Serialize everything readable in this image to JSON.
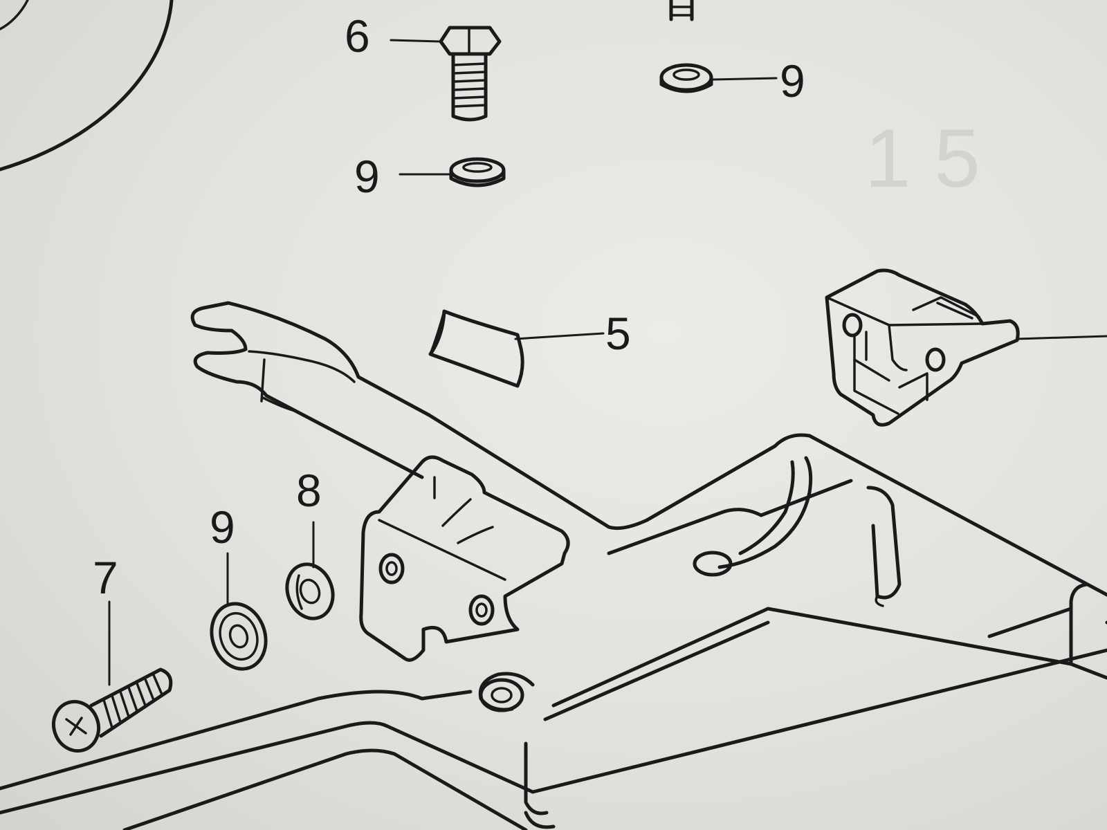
{
  "callouts": [
    {
      "id": "c6",
      "text": "6"
    },
    {
      "id": "c9a",
      "text": "9"
    },
    {
      "id": "c9b",
      "text": "9"
    },
    {
      "id": "c5",
      "text": "5"
    },
    {
      "id": "c8",
      "text": "8"
    },
    {
      "id": "c9c",
      "text": "9"
    },
    {
      "id": "c7",
      "text": "7"
    }
  ],
  "ink_color": "#1a1a1a",
  "paper_color": "#e4e3df"
}
